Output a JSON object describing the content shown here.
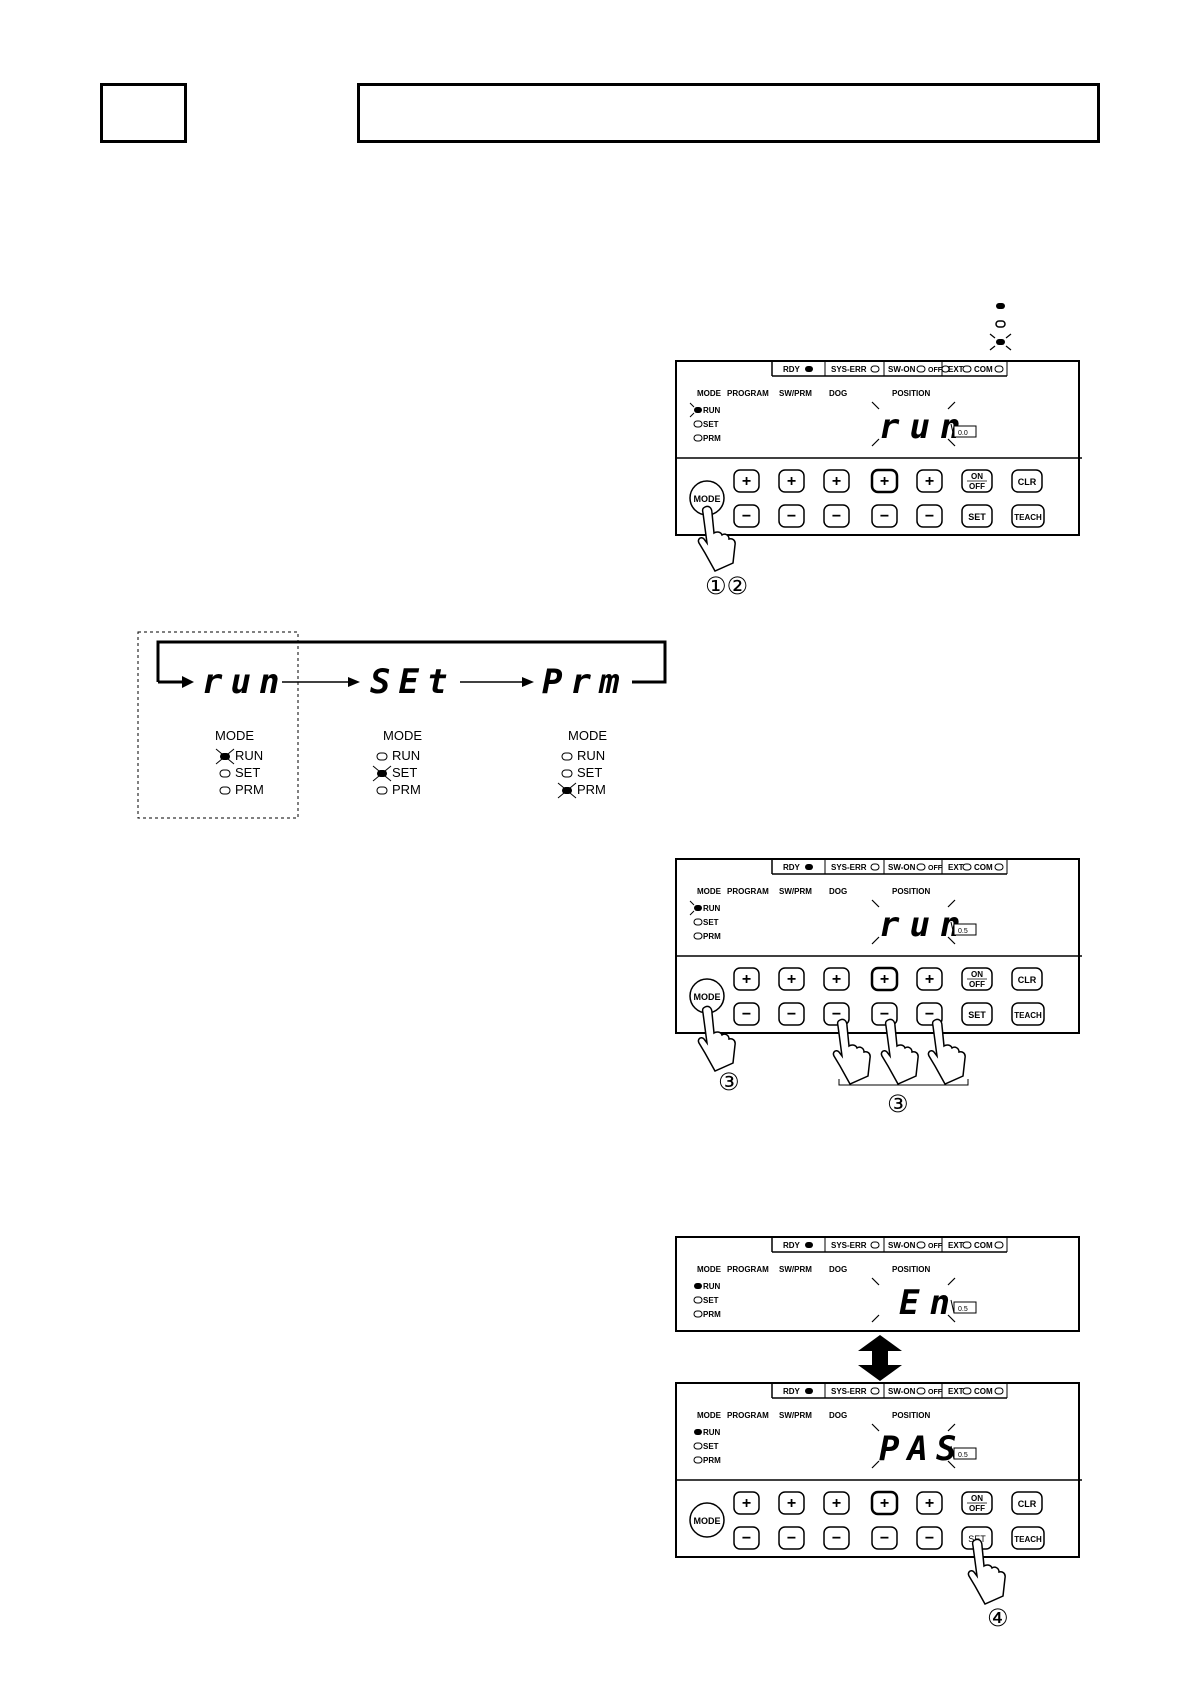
{
  "indicators": {
    "rdy": "RDY",
    "sys_err": "SYS-ERR",
    "sw_on": "SW-ON",
    "off": "OFF",
    "ext": "EXT",
    "com": "COM"
  },
  "panel_labels": {
    "mode": "MODE",
    "program": "PROGRAM",
    "sw_prm": "SW/PRM",
    "dog": "DOG",
    "position": "POSITION",
    "run": "RUN",
    "set": "SET",
    "prm": "PRM"
  },
  "buttons": {
    "mode": "MODE",
    "plus": "+",
    "minus": "−",
    "on": "ON",
    "off": "OFF",
    "clr": "CLR",
    "set": "SET",
    "teach": "TEACH"
  },
  "panel1": {
    "display": "run",
    "small_box": "0.0",
    "steps": "①②"
  },
  "panel2": {
    "display": "run",
    "small_box": "0.5",
    "step_mode": "③",
    "step_minus": "③"
  },
  "panel3": {
    "display": "En",
    "small_box": "0.5"
  },
  "panel4": {
    "display": "PAS",
    "small_box": "0.5",
    "step_set": "④"
  },
  "mode_cycle": {
    "states": [
      {
        "display": "run",
        "mode": "MODE",
        "run": "RUN",
        "set": "SET",
        "prm": "PRM",
        "active": "run"
      },
      {
        "display": "SEt",
        "mode": "MODE",
        "run": "RUN",
        "set": "SET",
        "prm": "PRM",
        "active": "set"
      },
      {
        "display": "Prm",
        "mode": "MODE",
        "run": "RUN",
        "set": "SET",
        "prm": "PRM",
        "active": "prm"
      }
    ]
  }
}
